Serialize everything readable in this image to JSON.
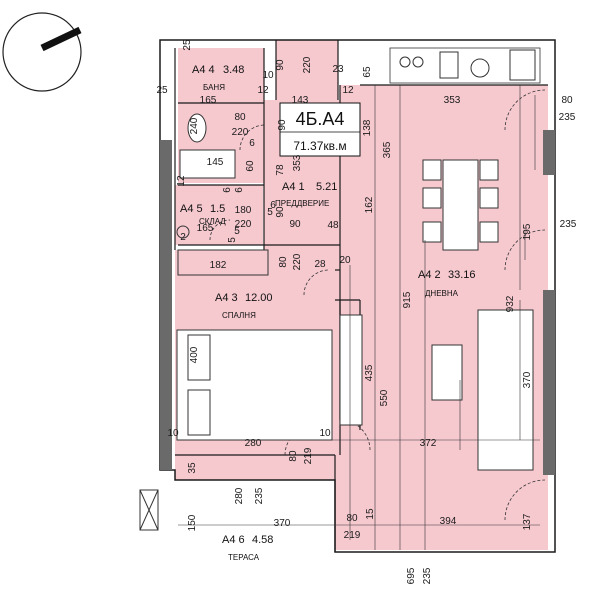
{
  "plan": {
    "unit_code": "4Б.А4",
    "unit_area": "71.37кв.м",
    "colors": {
      "room_fill": "#f6c9cf",
      "wall": "#1a1a1a",
      "wall_fill": "#6a6a6a",
      "line": "#333333",
      "terrace_fill": "#ffffff"
    },
    "rooms": [
      {
        "id": "bath",
        "code": "А4 4",
        "area": "3.48",
        "name": "БАНЯ"
      },
      {
        "id": "hall",
        "code": "А4 1",
        "area": "5.21",
        "name": "ПРЕДДВЕРИЕ"
      },
      {
        "id": "store",
        "code": "А4 5",
        "area": "1.5",
        "name": "СКЛАД"
      },
      {
        "id": "living",
        "code": "А4 2",
        "area": "33.16",
        "name": "ДНЕВНА"
      },
      {
        "id": "bedroom",
        "code": "А4 3",
        "area": "12.00",
        "name": "СПАЛНЯ"
      },
      {
        "id": "terrace",
        "code": "А4 6",
        "area": "4.58",
        "name": "ТЕРАСА"
      }
    ],
    "dimensions": [
      "25",
      "90",
      "220",
      "10",
      "23",
      "65",
      "25",
      "165",
      "12",
      "143",
      "12",
      "353",
      "80",
      "235",
      "240",
      "80",
      "220",
      "90",
      "138",
      "365",
      "145",
      "60",
      "78",
      "353",
      "12",
      "6",
      "162",
      "180",
      "220",
      "165",
      "90",
      "5",
      "90",
      "48",
      "2",
      "5",
      "195",
      "235",
      "182",
      "80",
      "220",
      "28",
      "20",
      "915",
      "932",
      "400",
      "435",
      "550",
      "370",
      "10",
      "280",
      "10",
      "372",
      "80",
      "219",
      "35",
      "280",
      "235",
      "150",
      "370",
      "80",
      "394",
      "137",
      "15",
      "219",
      "695",
      "235",
      "6",
      "6",
      "6",
      "5"
    ]
  }
}
